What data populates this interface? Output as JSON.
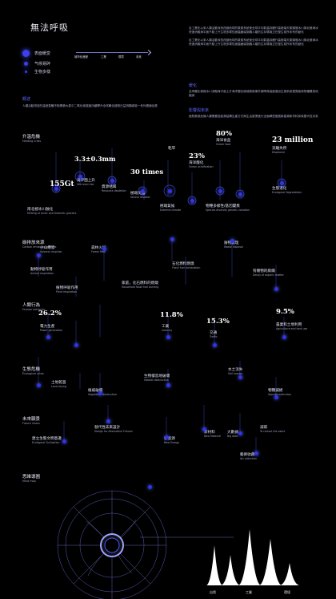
{
  "title": "無法呼吸",
  "legend": [
    {
      "label": "表面暖変"
    },
    {
      "label": "气候易碎"
    },
    {
      "label": "生物多樣"
    }
  ],
  "timeline": {
    "labels": [
      "城市化進程",
      "工業",
      "環境",
      "未來"
    ]
  },
  "intro_text": "自工業化以來人類活動深刻改變地球的氣候系統使全球平均氣溫持續升高極端天氣頻發冰川與北極海冰快速消融海平面不斷上升生物多樣性面臨嚴峻挑戰人類的生存環境正在發生前所未有的變化",
  "section1": {
    "heading": "概述",
    "text": "人類活動排放的溫室氣體不斷累積大氣中二氧化碳濃度持續攀升全球暖化趨勢日益明顯導致一系列連鎖反應"
  },
  "section2": {
    "heading": "暖化",
    "text": "全球暖化導致冰川消融海平面上升海洋酸化極端氣候事件頻率與強度增加生態系統遭受破壞物種棲息地縮減"
  },
  "section3": {
    "heading": "影響與未來",
    "text": "面對氣候危機人類需要從能源結構生產方式與生活習慣進行全面轉型發展新能源新材料探索替代性未來"
  },
  "rows": [
    {
      "title": "升溫危機",
      "sub": "Heating crisis"
    },
    {
      "title": "碳排放來源",
      "sub": "Carbon emission sources"
    },
    {
      "title": "人類行為",
      "sub": "Human behavior"
    },
    {
      "title": "生態危機",
      "sub": "Ecological crisis"
    },
    {
      "title": "未來願景",
      "sub": "Future vision"
    },
    {
      "title": "思維導圖",
      "sub": "Mind map"
    }
  ],
  "stats": {
    "sea_level": {
      "value": "3.3±0.3mm",
      "label": "海平面上升",
      "sub": "Sea level rise"
    },
    "ice": {
      "value": "155Gt",
      "label": "南北極冰川融化",
      "sub": "Melting of arctic and Antarctic glaciers"
    },
    "drought": {
      "label": "乾旱",
      "sub": "Drought"
    },
    "times": {
      "value": "30 times",
      "label": "極端災難",
      "sub": "Severe disaster"
    },
    "resource": {
      "label": "資源枯竭",
      "sub": "Resource depletion"
    },
    "food": {
      "value": "80%",
      "label": "海洋食品",
      "sub": "Ocean food"
    },
    "acid": {
      "value": "23%",
      "label": "海洋酸化",
      "sub": "Ocean acidification"
    },
    "displaced": {
      "value": "23 million",
      "label": "流離失所",
      "sub": "Displaced"
    },
    "extreme": {
      "label": "極端氣候",
      "sub": "Extreme climate"
    },
    "species": {
      "label": "物種多樣性/基因變異",
      "sub": "Species diversity genetic variation"
    },
    "eco": {
      "label": "生態退化",
      "sub": "Ecological Degradation"
    }
  },
  "human": [
    {
      "value": "26.2%",
      "label": "電力生產",
      "sub": "Power generation"
    },
    {
      "value": "11.8%",
      "label": "工業",
      "sub": "Industry"
    },
    {
      "value": "15.3%",
      "label": "交通",
      "sub": "Traffic"
    },
    {
      "value": "9.5%",
      "label": "農業和土地利用",
      "sub": "Agriculture and land use"
    }
  ],
  "carbon_nodes": [
    {
      "label": "火山爆發",
      "sub": "Volcanic eruption"
    },
    {
      "label": "森林火災",
      "sub": "Forest fires"
    },
    {
      "label": "石化燃料燃燒",
      "sub": "Fossil fuel combustion"
    },
    {
      "label": "動物呼吸作用",
      "sub": "Animal respiration"
    },
    {
      "label": "植物呼吸作用",
      "sub": "Plant respiration"
    },
    {
      "label": "廢物處理",
      "sub": "Waste disposal"
    },
    {
      "label": "有機物的腐爛",
      "sub": "Decay of organic matter"
    },
    {
      "label": "家庭，化石燃料的燃燒",
      "sub": "Household fossil fuel burning"
    }
  ],
  "eco_nodes": [
    {
      "label": "土地乾涸",
      "sub": "Land drying"
    },
    {
      "label": "植被破壞",
      "sub": "Vegetation destruction"
    },
    {
      "label": "生物棲息地破壞",
      "sub": "Habitat destruction"
    },
    {
      "label": "水土流失",
      "sub": "Soil erosion"
    },
    {
      "label": "物種滅絕",
      "sub": "Species extinction"
    }
  ],
  "future_nodes": [
    {
      "label": "建立生態文明意識",
      "sub": "Ecological Civilization"
    },
    {
      "label": "替代性未來設計",
      "sub": "Design for Alternative Futures"
    },
    {
      "label": "新能源",
      "sub": "New Energy"
    },
    {
      "label": "新材料",
      "sub": "New Material"
    },
    {
      "label": "大數據",
      "sub": "Big data"
    },
    {
      "label": "減碳",
      "sub": "To reduce the value"
    },
    {
      "label": "藝術收藏",
      "sub": "Art collection"
    }
  ],
  "peaks_labels": [
    "自然",
    "工業",
    "環境"
  ],
  "colors": {
    "accent": "#3a3ff0",
    "glow": "#5a62ff",
    "bg": "#000000"
  }
}
